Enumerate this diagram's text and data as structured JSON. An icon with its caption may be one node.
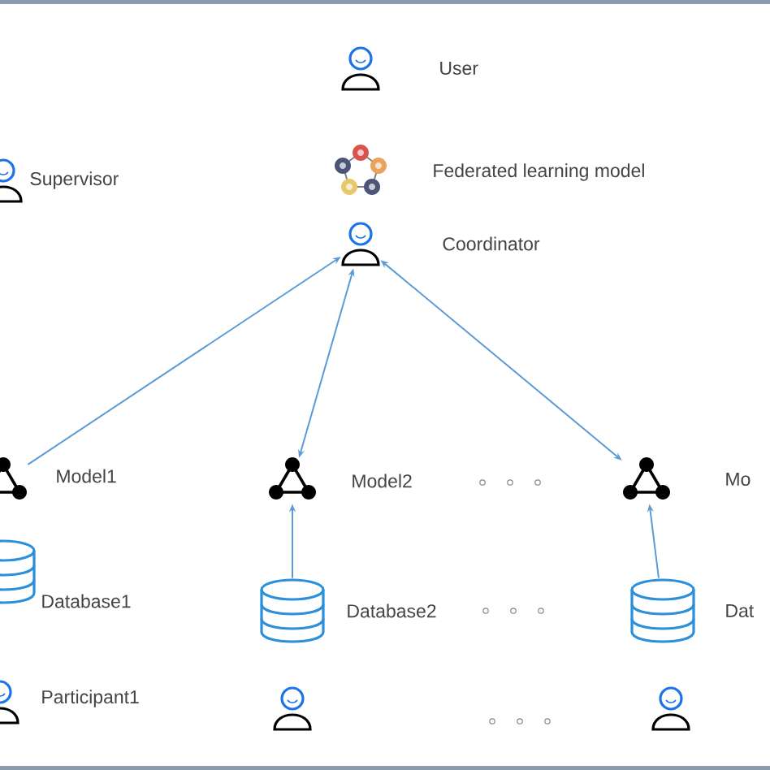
{
  "diagram": {
    "nodes": [
      {
        "text": [],
        "shape": "person",
        "beside": [
          "User"
        ]
      },
      {
        "text": [],
        "shape": "person",
        "beside": [
          "Supervisor"
        ]
      },
      {
        "text": [],
        "shape": "picture",
        "beside": [
          "Federated learning model"
        ]
      },
      {
        "text": [],
        "shape": "person",
        "beside": [
          "Coordinator"
        ]
      },
      {
        "text": [],
        "shape": "triangle",
        "beside": [
          "Model1"
        ]
      },
      {
        "text": [],
        "shape": "triangle",
        "beside": [
          "Model2"
        ]
      },
      {
        "text": [],
        "shape": "triangle",
        "beside": [
          "Mo"
        ]
      },
      {
        "text": [],
        "shape": "cylinder",
        "beside": [
          "Database1"
        ]
      },
      {
        "text": [],
        "shape": "cylinder",
        "beside": [
          "Database2"
        ]
      },
      {
        "text": [],
        "shape": "cylinder",
        "beside": [
          "Dat"
        ]
      },
      {
        "text": [],
        "shape": "person",
        "beside": [
          "Participant1"
        ]
      },
      {
        "text": [],
        "shape": "person"
      },
      {
        "text": [],
        "shape": "person"
      }
    ],
    "edges": [
      {
        "from": 4,
        "to": 3,
        "arrow": "to"
      },
      {
        "from": 5,
        "to": 3,
        "arrow": "both"
      },
      {
        "from": 6,
        "to": 3,
        "arrow": "both"
      },
      {
        "from": 8,
        "to": 5,
        "arrow": "to"
      },
      {
        "from": 9,
        "to": 6,
        "arrow": "to"
      }
    ]
  }
}
